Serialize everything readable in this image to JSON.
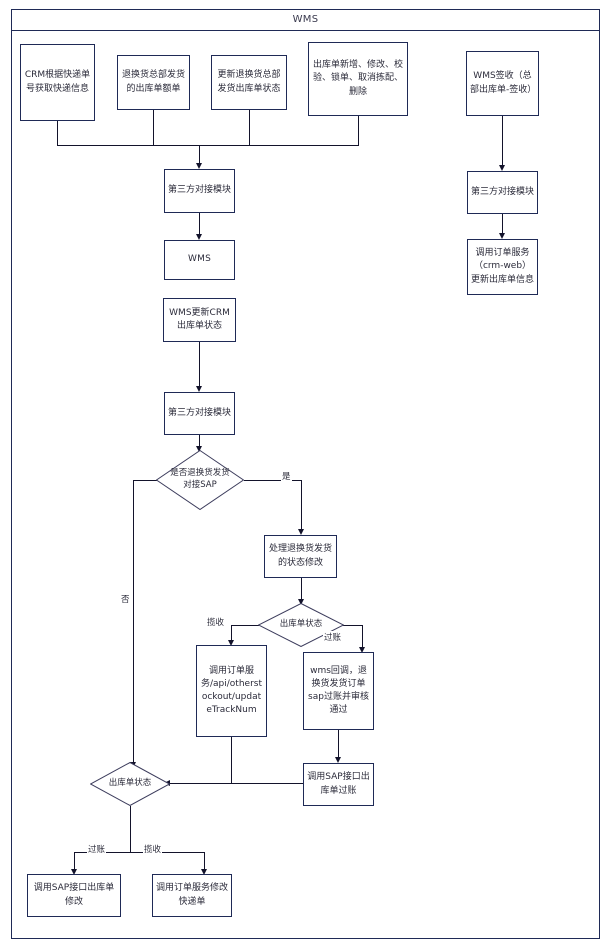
{
  "diagram": {
    "type": "flowchart",
    "title": "WMS",
    "lane_title": "WMS"
  },
  "nodes": {
    "crm_express": "CRM根据快递单号获取快递信息",
    "return_hq_stockout": "退换货总部发货的出库单额单",
    "update_return_status": "更新退换货总部发货出库单状态",
    "stockout_ops": "出库单新增、修改、校验、锁单、取消拣配、删除",
    "wms_sign": "WMS签收（总部出库单-签收）",
    "third_party_1": "第三方对接模块",
    "wms": "WMS",
    "wms_update_crm": "WMS更新CRM出库单状态",
    "third_party_2": "第三方对接模块",
    "third_party_right": "第三方对接模块",
    "call_order_crmweb": "调用订单服务（crm-web）更新出库单信息",
    "decision_sap": "是否退换货发货对接SAP",
    "handle_return_status": "处理退换货发货的状态修改",
    "decision_stockout_status_mid": "出库单状态",
    "call_order_track": "调用订单服务/api/otherstockout/updateTrackNum",
    "wms_callback_sap": "wms回调，退换货发货订单sap过账并审核通过",
    "call_sap_post": "调用SAP接口出库单过账",
    "decision_stockout_status_bottom": "出库单状态",
    "call_sap_modify": "调用SAP接口出库单修改",
    "call_order_modify_express": "调用订单服务修改快递单"
  },
  "edge_labels": {
    "yes": "是",
    "no": "否",
    "pickup_mid": "揽收",
    "posting_mid": "过账",
    "posting_bottom": "过账",
    "pickup_bottom": "揽收"
  },
  "colors": {
    "stroke": "#1f2a56",
    "connector": "#13132b",
    "text": "#2b2b3a",
    "background": "#ffffff"
  }
}
